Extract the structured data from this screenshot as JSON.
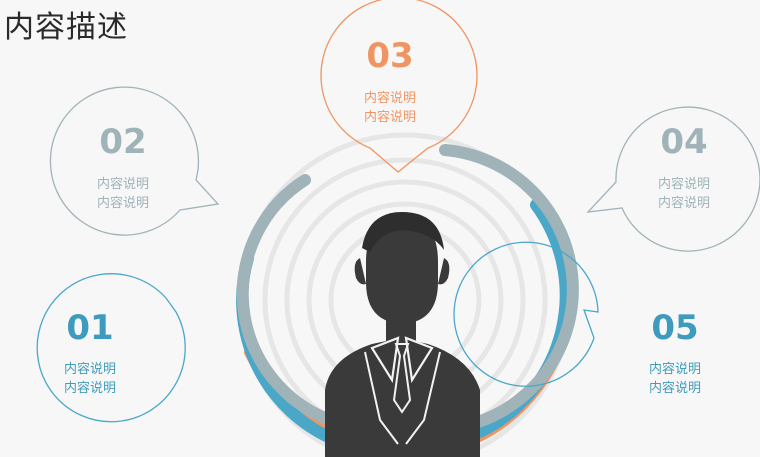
{
  "title": "内容描述",
  "colors": {
    "orange": "#ef9563",
    "slate": "#9fb3b8",
    "slate_text": "#8ea8ac",
    "blue": "#4aa7c8",
    "blue_text": "#3f9bbd",
    "figure": "#3a3a3a",
    "ring": "#e6e6e6"
  },
  "items": [
    {
      "num": "01",
      "line1": "内容说明",
      "line2": "内容说明",
      "color_key": "blue"
    },
    {
      "num": "02",
      "line1": "内容说明",
      "line2": "内容说明",
      "color_key": "slate"
    },
    {
      "num": "03",
      "line1": "内容说明",
      "line2": "内容说明",
      "color_key": "orange"
    },
    {
      "num": "04",
      "line1": "内容说明",
      "line2": "内容说明",
      "color_key": "slate"
    },
    {
      "num": "05",
      "line1": "内容说明",
      "line2": "内容说明",
      "color_key": "blue"
    }
  ]
}
